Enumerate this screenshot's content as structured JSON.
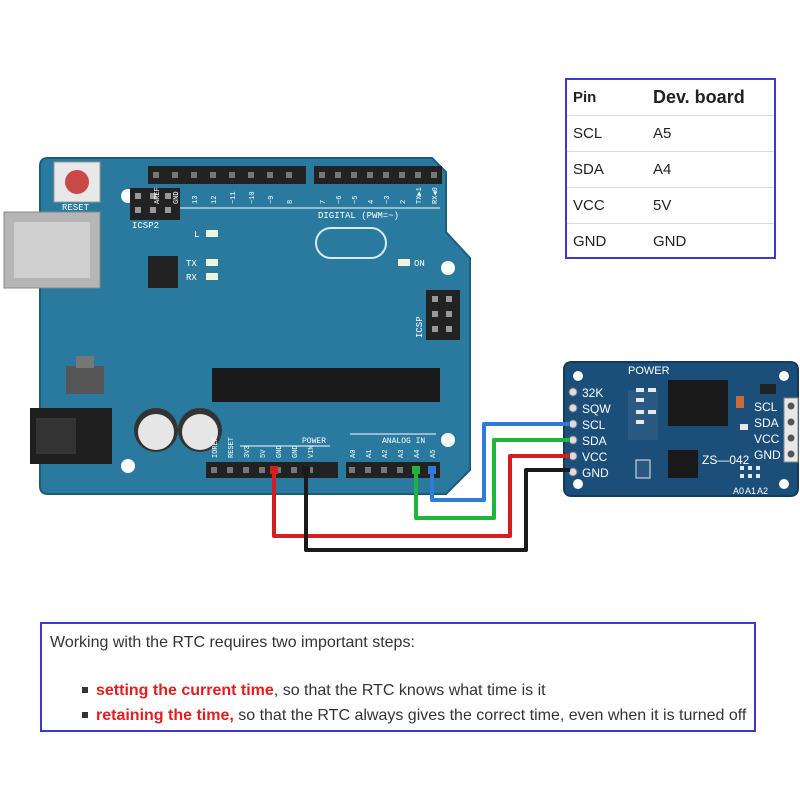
{
  "table": {
    "headers": [
      "Pin",
      "Dev. board"
    ],
    "rows": [
      [
        "SCL",
        "A5"
      ],
      [
        "SDA",
        "A4"
      ],
      [
        "VCC",
        "5V"
      ],
      [
        "GND",
        "GND"
      ]
    ]
  },
  "arduino": {
    "reset_label": "RESET",
    "icsp2_label": "ICSP2",
    "icsp_label": "ICSP",
    "digital_label": "DIGITAL (PWM=~)",
    "on_label": "ON",
    "l_label": "L",
    "tx_label": "TX",
    "rx_label": "RX",
    "power_label": "POWER",
    "analog_label": "ANALOG IN",
    "digital_pins": [
      "AREF",
      "GND",
      "13",
      "12",
      "~11",
      "~10",
      "~9",
      "8",
      "7",
      "~6",
      "~5",
      "4",
      "~3",
      "2",
      "TX▶1",
      "RX◀0"
    ],
    "power_pins": [
      "IOREF",
      "RESET",
      "3V3",
      "5V",
      "GND",
      "GND",
      "VIN"
    ],
    "analog_pins": [
      "A0",
      "A1",
      "A2",
      "A3",
      "A4",
      "A5"
    ]
  },
  "rtc": {
    "power_label": "POWER",
    "model": "ZS—042",
    "left_pins": [
      "32K",
      "SQW",
      "SCL",
      "SDA",
      "VCC",
      "GND"
    ],
    "right_pins": [
      "SCL",
      "SDA",
      "VCC",
      "GND"
    ],
    "address_pins": [
      "A0",
      "A1",
      "A2"
    ]
  },
  "wires": {
    "colors": {
      "blue": "#2f7bd6",
      "green": "#1fb43a",
      "red": "#d71e1e",
      "black": "#1a1a1a"
    }
  },
  "board_color": "#2a7aa0",
  "rtc_color": "#1b4f7a",
  "note": {
    "title": "Working with the RTC requires two important steps:",
    "items": [
      {
        "highlight": "setting the current time",
        "rest": ", so that the RTC knows what time is it"
      },
      {
        "highlight": "retaining the time,",
        "rest": " so that the RTC always gives the correct time, even when it is turned off"
      }
    ]
  }
}
